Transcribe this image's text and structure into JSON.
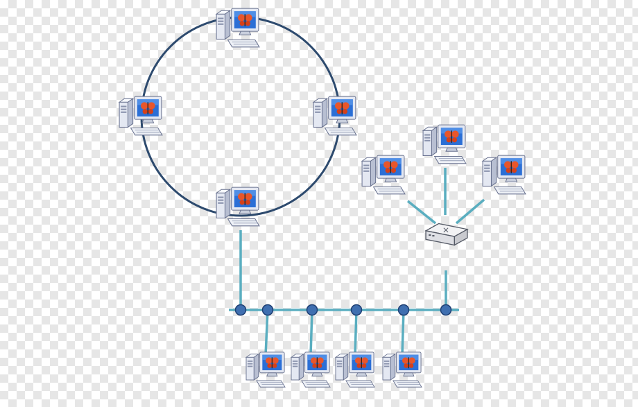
{
  "diagram": {
    "topologies": [
      "ring",
      "star",
      "bus"
    ],
    "colors": {
      "ring_line": "#2d4a6e",
      "link_line": "#5aaec0",
      "bus_node": "#3f6fb0",
      "bus_node_stroke": "#1e3f73",
      "computer_case": "#e4e8f2",
      "computer_outline": "#6a7390",
      "screen_bg": "#2b6fd6",
      "butterfly": "#e8562b",
      "switch_body": "#f2f2f4",
      "switch_outline": "#555a66"
    },
    "icons": {
      "computer": "desktop-computer-icon",
      "switch": "network-switch-icon"
    },
    "counts": {
      "ring_computers": 4,
      "star_computers": 3,
      "bus_computers": 4,
      "bus_taps": 6
    }
  }
}
